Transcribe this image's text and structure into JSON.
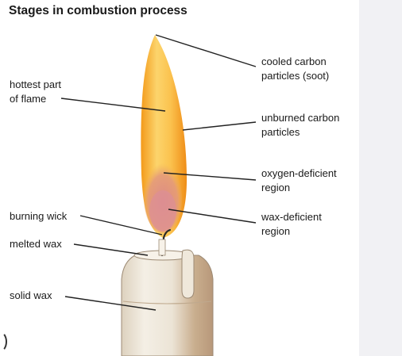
{
  "title": "Stages in combustion process",
  "labels": {
    "soot": [
      "cooled carbon",
      "particles (soot)"
    ],
    "unburned": [
      "unburned carbon",
      "particles"
    ],
    "oxygen": [
      "oxygen-deficient",
      "region"
    ],
    "waxdef": [
      "wax-deficient",
      "region"
    ],
    "hottest": [
      "hottest part",
      "of flame"
    ],
    "wick": [
      "burning wick"
    ],
    "melted": [
      "melted wax"
    ],
    "solid": [
      "solid wax"
    ]
  },
  "colors": {
    "flame_outer": "#f7a21c",
    "flame_inner": "#fcd36a",
    "region_oxygen": "#d9745a",
    "region_wax": "#d98a8a",
    "wax_light": "#f1ebe0",
    "wax_shadow": "#c6ad8f",
    "panel": "#f1f1f4"
  }
}
